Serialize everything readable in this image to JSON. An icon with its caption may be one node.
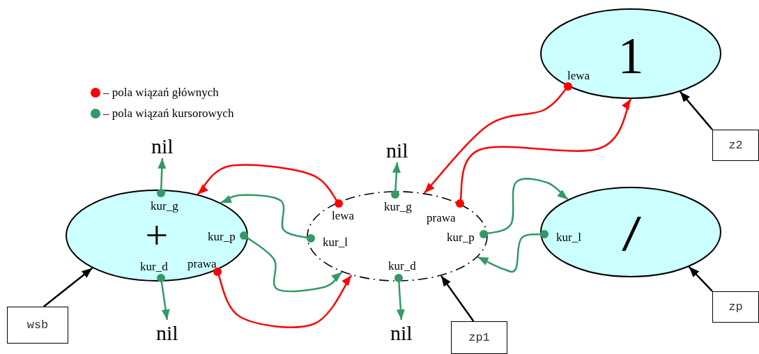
{
  "diagram": {
    "nodes": [
      {
        "text": [
          "1"
        ]
      },
      {
        "text": [
          "lewa"
        ],
        "in": 0
      },
      {
        "text": [
          "z2"
        ]
      },
      {
        "text": [
          "nil"
        ]
      },
      {
        "text": [
          "nil"
        ]
      },
      {
        "text": [
          "+"
        ]
      },
      {
        "text": [
          "kur_g"
        ],
        "in": 5
      },
      {
        "text": [
          "kur_p"
        ],
        "in": 5
      },
      {
        "text": [
          "kur_d"
        ],
        "in": 5
      },
      {
        "text": [
          "prawa"
        ],
        "in": 5
      },
      {
        "text": [],
        "shape": "ellipse"
      },
      {
        "text": [
          "lewa"
        ],
        "in": 10
      },
      {
        "text": [
          "kur_g"
        ],
        "in": 10
      },
      {
        "text": [
          "prawa"
        ],
        "in": 10
      },
      {
        "text": [
          "kur_l"
        ],
        "in": 10
      },
      {
        "text": [
          "kur_p"
        ],
        "in": 10
      },
      {
        "text": [
          "kur_d"
        ],
        "in": 10
      },
      {
        "text": [
          "/"
        ]
      },
      {
        "text": [
          "kur_l"
        ],
        "in": 17
      },
      {
        "text": [
          "wsb"
        ]
      },
      {
        "text": [
          "nil"
        ]
      },
      {
        "text": [
          "nil"
        ]
      },
      {
        "text": [
          "zp1"
        ]
      },
      {
        "text": [
          "zp"
        ]
      }
    ],
    "edges": [
      {
        "from": 6,
        "to": 3,
        "arrow": "to"
      },
      {
        "from": 8,
        "to": 20,
        "arrow": "to"
      },
      {
        "from": 12,
        "to": 4,
        "arrow": "to"
      },
      {
        "from": 16,
        "to": 21,
        "arrow": "to"
      },
      {
        "from": 11,
        "to": 5,
        "arrow": "to",
        "color": "#ff0000"
      },
      {
        "from": 9,
        "to": 10,
        "arrow": "to",
        "color": "#ff0000"
      },
      {
        "from": 1,
        "to": 10,
        "arrow": "to",
        "color": "#ff0000"
      },
      {
        "from": 13,
        "to": 0,
        "arrow": "to",
        "color": "#ff0000"
      },
      {
        "from": 14,
        "to": 5,
        "arrow": "to"
      },
      {
        "from": 7,
        "to": 10,
        "arrow": "to"
      },
      {
        "from": 15,
        "to": 17,
        "arrow": "to"
      },
      {
        "from": 18,
        "to": 10,
        "arrow": "to"
      },
      {
        "from": 19,
        "to": 5,
        "arrow": "to",
        "color": "#000000"
      },
      {
        "from": 22,
        "to": 10,
        "arrow": "to",
        "color": "#000000"
      },
      {
        "from": 2,
        "to": 0,
        "arrow": "to",
        "color": "#000000"
      },
      {
        "from": 23,
        "to": 17,
        "arrow": "to",
        "color": "#000000"
      }
    ],
    "legend": [
      {
        "text": "– pola wiązań głównych",
        "color": "#ff0000"
      },
      {
        "text": "– pola wiązań kursorowych",
        "color": "#339966"
      }
    ]
  }
}
